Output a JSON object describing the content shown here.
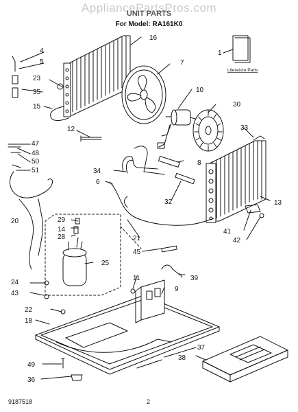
{
  "header": {
    "watermark": "AppliancePartsPros.com",
    "title": "UNIT PARTS",
    "model_line": "For Model: RA161K0"
  },
  "literature_label": "Literature Parts",
  "footer": {
    "doc_number": "9187518",
    "page_number": "2"
  },
  "callouts": [
    "1",
    "4",
    "5",
    "6",
    "7",
    "8",
    "9",
    "10",
    "11",
    "12",
    "13",
    "14",
    "15",
    "16",
    "18",
    "20",
    "21",
    "22",
    "23",
    "24",
    "25",
    "28",
    "29",
    "30",
    "32",
    "33",
    "34",
    "35",
    "36",
    "37",
    "38",
    "39",
    "41",
    "42",
    "43",
    "45",
    "47",
    "48",
    "49",
    "50",
    "51"
  ]
}
